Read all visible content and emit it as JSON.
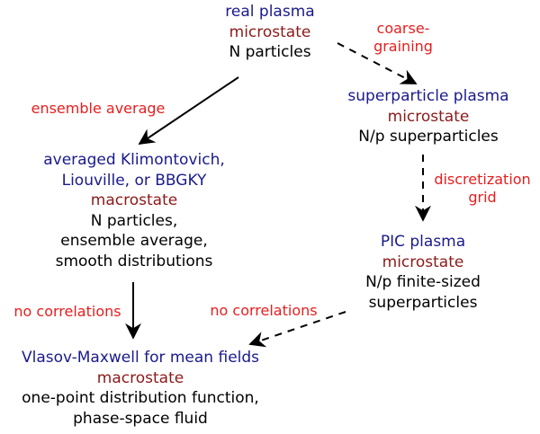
{
  "nodes": {
    "real_plasma": {
      "name": "real plasma",
      "state": "microstate",
      "desc": [
        "N particles"
      ]
    },
    "superparticle_plasma": {
      "name": "superparticle plasma",
      "state": "microstate",
      "desc": [
        "N/p superparticles"
      ]
    },
    "averaged": {
      "name": [
        "averaged Klimontovich,",
        "Liouville, or BBGKY"
      ],
      "state": "macrostate",
      "desc": [
        "N particles,",
        "ensemble average,",
        "smooth distributions"
      ]
    },
    "pic_plasma": {
      "name": "PIC plasma",
      "state": "microstate",
      "desc": [
        "N/p finite-sized",
        "superparticles"
      ]
    },
    "vlasov": {
      "name": "Vlasov-Maxwell for mean fields",
      "state": "macrostate",
      "desc": [
        "one-point distribution function,",
        "phase-space fluid"
      ]
    }
  },
  "edges": {
    "coarse_graining": [
      "coarse-",
      "graining"
    ],
    "ensemble_average": "ensemble average",
    "discretization": [
      "discretization",
      "grid"
    ],
    "no_correlations_left": "no correlations",
    "no_correlations_right": "no correlations"
  },
  "colors": {
    "name": "#1a1a8c",
    "state": "#8b1a1a",
    "desc": "#000000",
    "edge_label": "#e61e1e"
  }
}
